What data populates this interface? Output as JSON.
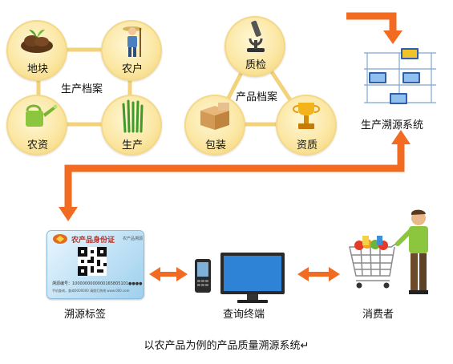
{
  "production_archive": {
    "label": "生产档案",
    "nodes": {
      "land": "地块",
      "farmer": "农户",
      "inputs": "农资",
      "production": "生产"
    }
  },
  "product_archive": {
    "label": "产品档案",
    "nodes": {
      "inspection": "质检",
      "packaging": "包装",
      "qualification": "资质"
    }
  },
  "traceability_system": {
    "label": "生产溯源系统"
  },
  "trace_label": {
    "label": "溯源标签",
    "card_title": "农产品身份证",
    "card_subtitle": "农产品溯源",
    "card_code": "溯源编号：1000000000000165805101●●●●",
    "card_footer": "手机查询，查询0000000 请拨打热线 www.000.com"
  },
  "query_terminal": {
    "label": "查询终端"
  },
  "consumer": {
    "label": "消费者"
  },
  "caption": "以农产品为例的产品质量溯源系统↵",
  "colors": {
    "arrow": "#f26b22",
    "circle_fill": "#fbe7a3",
    "connector": "#f2d27a"
  }
}
